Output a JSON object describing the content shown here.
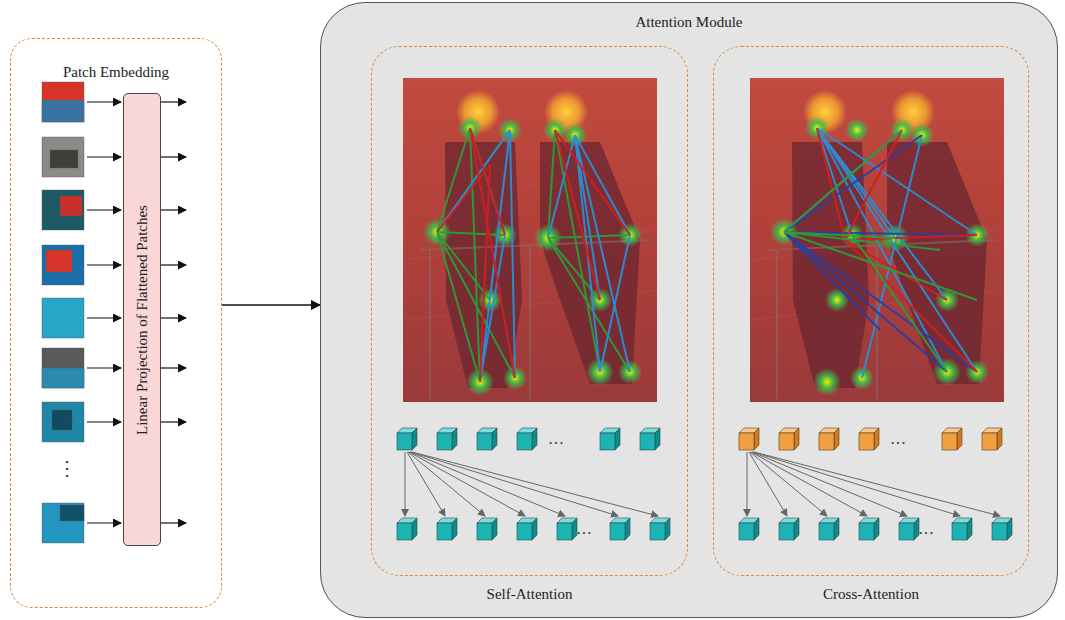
{
  "diagram": {
    "nodes": [
      {
        "text": [
          "Patch Embedding"
        ]
      },
      {
        "text": [
          "Linear Projection of Flattened Patches"
        ],
        "in": 0
      },
      {
        "text": [
          "Attention Module"
        ]
      },
      {
        "text": [
          "Self-Attention"
        ],
        "in": 2
      },
      {
        "text": [
          "Cross-Attention"
        ],
        "in": 2
      }
    ],
    "edges": [
      {
        "from": 0,
        "to": 2,
        "arrow": "to"
      }
    ],
    "labels": [
      "⋮",
      "···",
      "···",
      "···",
      "···"
    ]
  }
}
